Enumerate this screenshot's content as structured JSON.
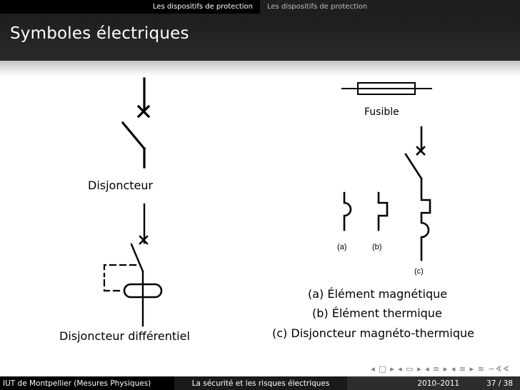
{
  "header": {
    "section_left": "Les dispositifs de protection",
    "section_right": "Les dispositifs de protection"
  },
  "slide": {
    "title": "Symboles électriques"
  },
  "labels": {
    "disjoncteur": "Disjoncteur",
    "disjoncteur_differentiel": "Disjoncteur différentiel",
    "fusible": "Fusible",
    "a": "(a)",
    "b": "(b)",
    "c": "(c)",
    "legend_a": "(a) Élément magnétique",
    "legend_b": "(b) Élément thermique",
    "legend_c": "(c) Disjoncteur magnéto-thermique"
  },
  "nav_symbols": "◂ □ ▸ ◂ ▭ ▸ ◂ ≡ ▸ ◂ ≡ ▸ ≡ ∽∢∢",
  "footer": {
    "author": "IUT de Montpellier (Mesures Physiques)",
    "talk": "La sécurité et les risques électriques",
    "date": "2010–2011",
    "page": "37 / 38"
  },
  "colors": {
    "topbar": "#000000",
    "titlebar": "#1d1d1d",
    "ink": "#000000"
  }
}
